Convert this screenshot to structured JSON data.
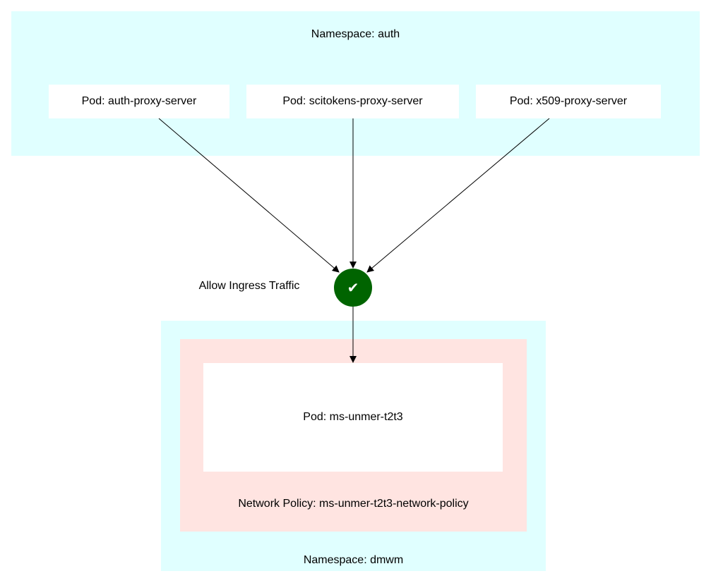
{
  "namespaces": {
    "auth": {
      "label": "Namespace: auth"
    },
    "dmwm": {
      "label": "Namespace: dmwm"
    }
  },
  "pods": {
    "auth_proxy": "Pod: auth-proxy-server",
    "scitokens_proxy": "Pod: scitokens-proxy-server",
    "x509_proxy": "Pod: x509-proxy-server",
    "ms_unmer": "Pod: ms-unmer-t2t3"
  },
  "network_policy": {
    "label": "Network Policy: ms-unmer-t2t3-network-policy"
  },
  "ingress": {
    "label": "Allow Ingress Traffic",
    "icon": "✔",
    "icon_name": "checkmark-icon",
    "color": "#006400"
  },
  "colors": {
    "namespace_bg": "#e0ffff",
    "policy_bg": "#ffe4e1",
    "node_bg": "#ffffff",
    "edge": "#000000"
  }
}
